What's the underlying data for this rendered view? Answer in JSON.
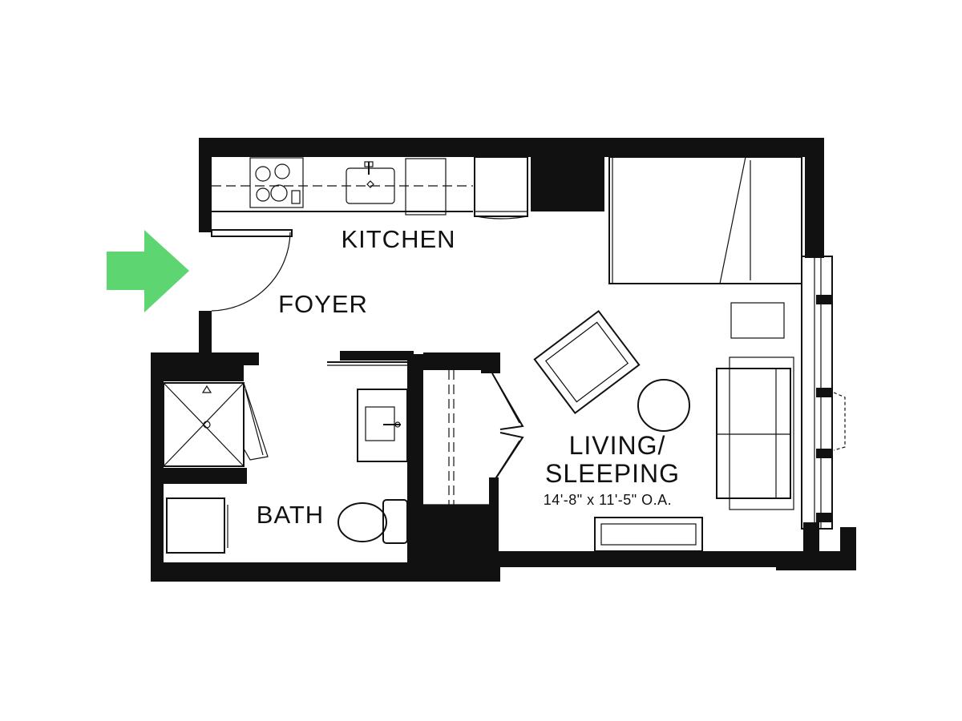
{
  "rooms": {
    "kitchen": "KITCHEN",
    "foyer": "FOYER",
    "living_line1": "LIVING/",
    "living_line2": "SLEEPING",
    "living_dimensions": "14'-8\" x 11'-5\" O.A.",
    "bath": "BATH"
  },
  "colors": {
    "wall": "#111111",
    "entry_arrow": "#5dd672",
    "background": "#ffffff"
  },
  "icons": {
    "entry": "entry-arrow-icon"
  }
}
